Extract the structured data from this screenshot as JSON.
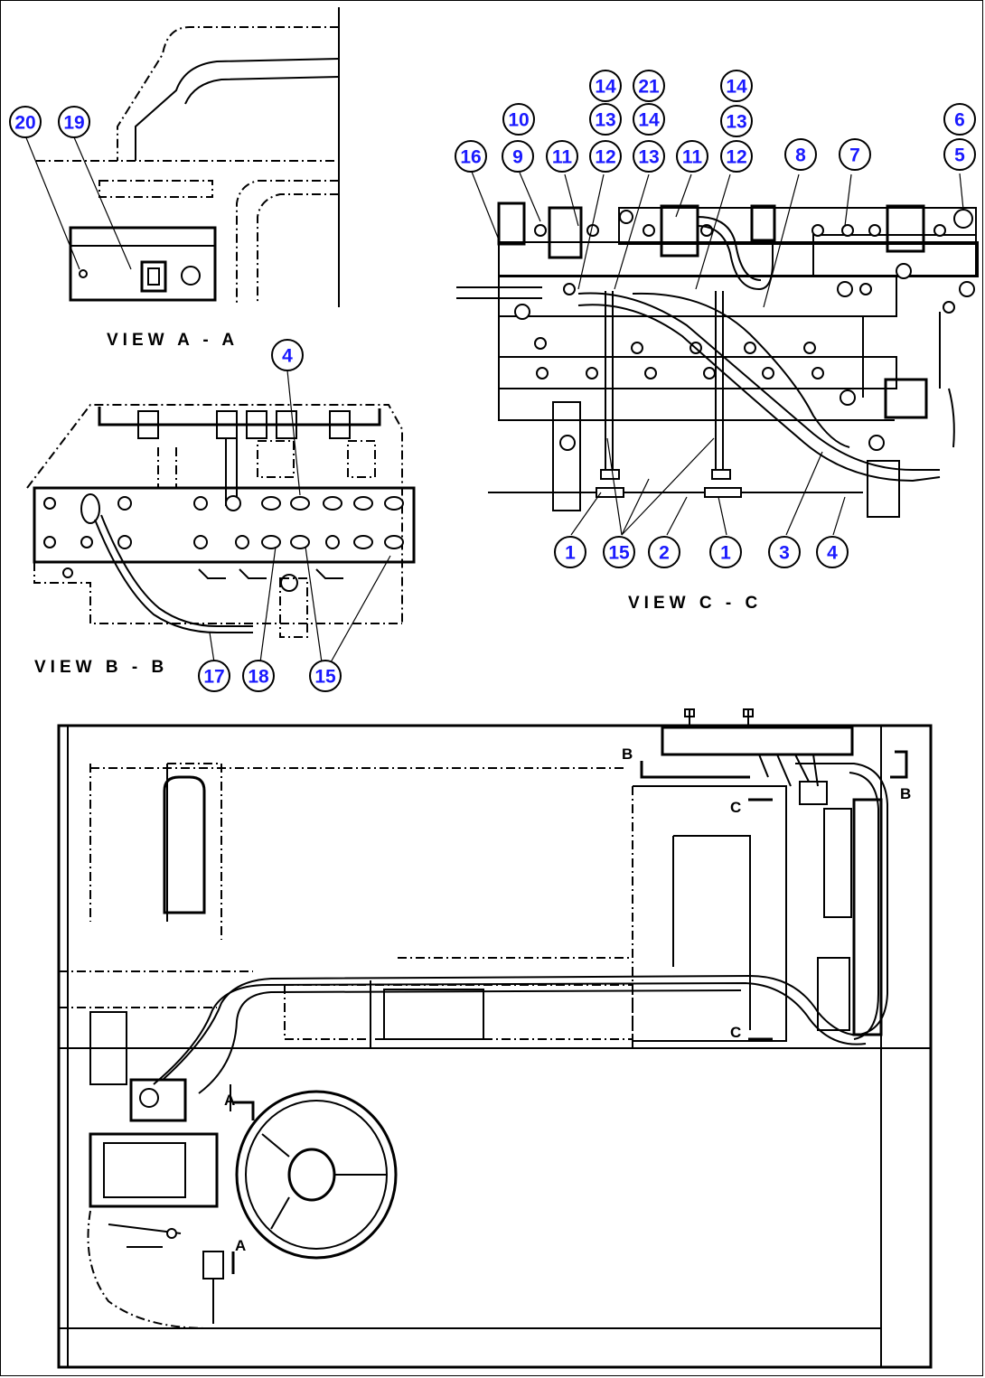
{
  "views": {
    "a": "VIEW A - A",
    "b": "VIEW B - B",
    "c": "VIEW C - C"
  },
  "section_letters": {
    "a_upper": "A",
    "a_lower": "A",
    "b_left": "B",
    "b_right": "B",
    "c_upper": "C",
    "c_lower": "C"
  },
  "callouts": {
    "va_20": "20",
    "va_19": "19",
    "vb_4": "4",
    "vb_17": "17",
    "vb_18": "18",
    "vb_15": "15",
    "vc_14a": "14",
    "vc_21": "21",
    "vc_14c": "14",
    "vc_10": "10",
    "vc_13a": "13",
    "vc_14b": "14",
    "vc_13c": "13",
    "vc_6": "6",
    "vc_16": "16",
    "vc_9": "9",
    "vc_11a": "11",
    "vc_12a": "12",
    "vc_13b": "13",
    "vc_11b": "11",
    "vc_12b": "12",
    "vc_8": "8",
    "vc_7": "7",
    "vc_5": "5",
    "vc_1a": "1",
    "vc_15": "15",
    "vc_2": "2",
    "vc_1b": "1",
    "vc_3": "3",
    "vc_4": "4"
  },
  "colors": {
    "callout_text": "#1a1aff",
    "line": "#000000",
    "background": "#ffffff"
  }
}
